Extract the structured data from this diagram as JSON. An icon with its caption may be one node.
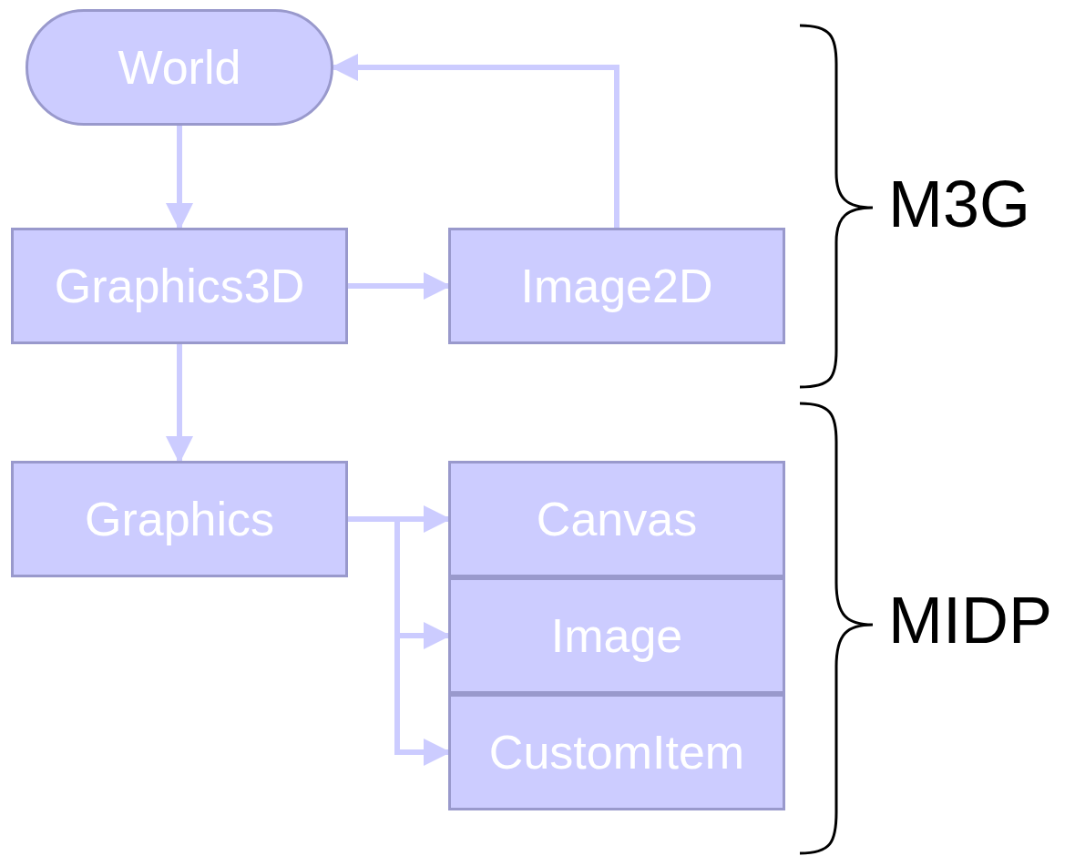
{
  "diagram": {
    "nodes": [
      {
        "text": [
          "World"
        ]
      },
      {
        "text": [
          "Graphics3D"
        ]
      },
      {
        "text": [
          "Image2D"
        ]
      },
      {
        "text": [
          "Graphics"
        ]
      },
      {
        "text": [
          "Canvas"
        ]
      },
      {
        "text": [
          "Image"
        ]
      },
      {
        "text": [
          "CustomItem"
        ]
      }
    ],
    "edges": [
      {
        "from": 0,
        "to": 1,
        "arrow": "to"
      },
      {
        "from": 1,
        "to": 2,
        "arrow": "to"
      },
      {
        "from": 2,
        "to": 0,
        "arrow": "to"
      },
      {
        "from": 1,
        "to": 3,
        "arrow": "to"
      },
      {
        "from": 3,
        "to": 4,
        "arrow": "to"
      },
      {
        "from": 3,
        "to": 5,
        "arrow": "to"
      },
      {
        "from": 3,
        "to": 6,
        "arrow": "to"
      }
    ],
    "labels": [
      "M3G",
      "MIDP"
    ]
  }
}
